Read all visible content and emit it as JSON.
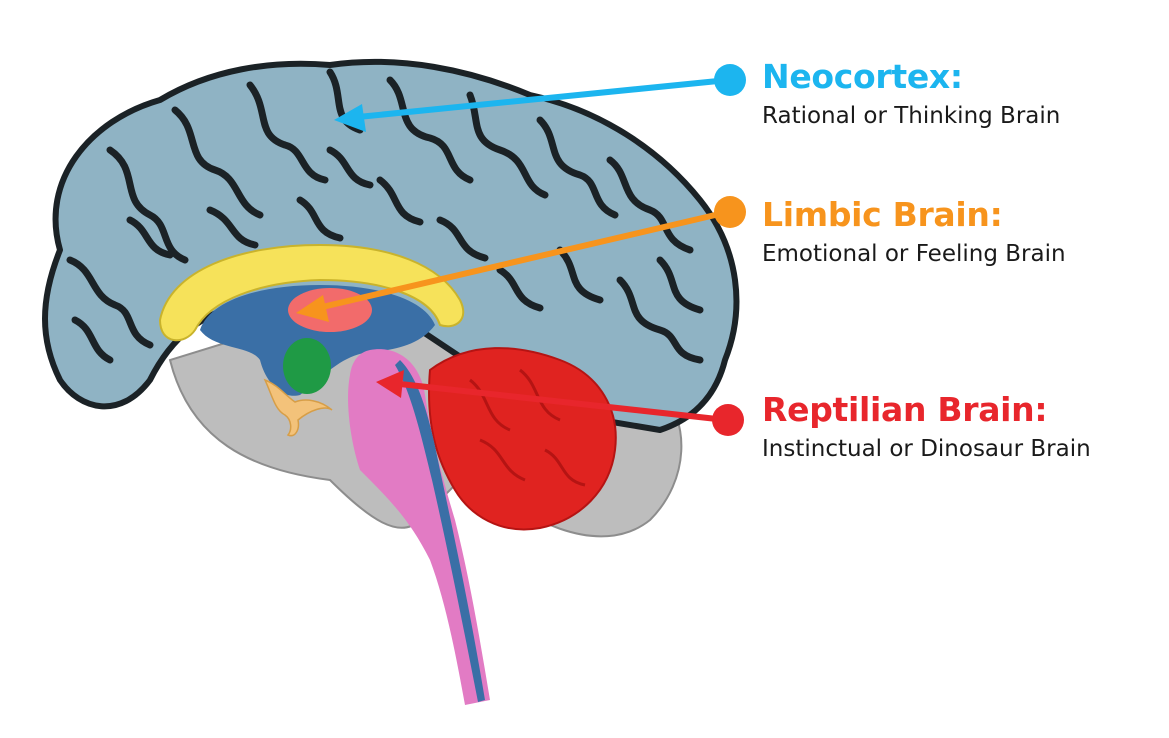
{
  "labels": [
    {
      "key": "neocortex",
      "title": "Neocortex:",
      "description": "Rational or Thinking Brain",
      "color": "#1cb5ef"
    },
    {
      "key": "limbic",
      "title": "Limbic Brain:",
      "description": "Emotional or Feeling Brain",
      "color": "#f7941d"
    },
    {
      "key": "reptilian",
      "title": "Reptilian Brain:",
      "description": "Instinctual or Dinosaur Brain",
      "color": "#e8262c"
    }
  ],
  "colors": {
    "cortex": "#8fb3c4",
    "cortex_outline": "#1b2226",
    "corpus_callosum": "#f6e25a",
    "ventricle": "#3a6fa6",
    "thalamus": "#f26b6b",
    "amygdala": "#1f9a45",
    "pituitary": "#f3c27a",
    "cerebellum": "#e02320",
    "brainstem": "#e27bc4",
    "temporal_lobe": "#bdbdbd"
  },
  "icons": [
    "neocortex-pointer-icon",
    "limbic-pointer-icon",
    "reptilian-pointer-icon"
  ]
}
